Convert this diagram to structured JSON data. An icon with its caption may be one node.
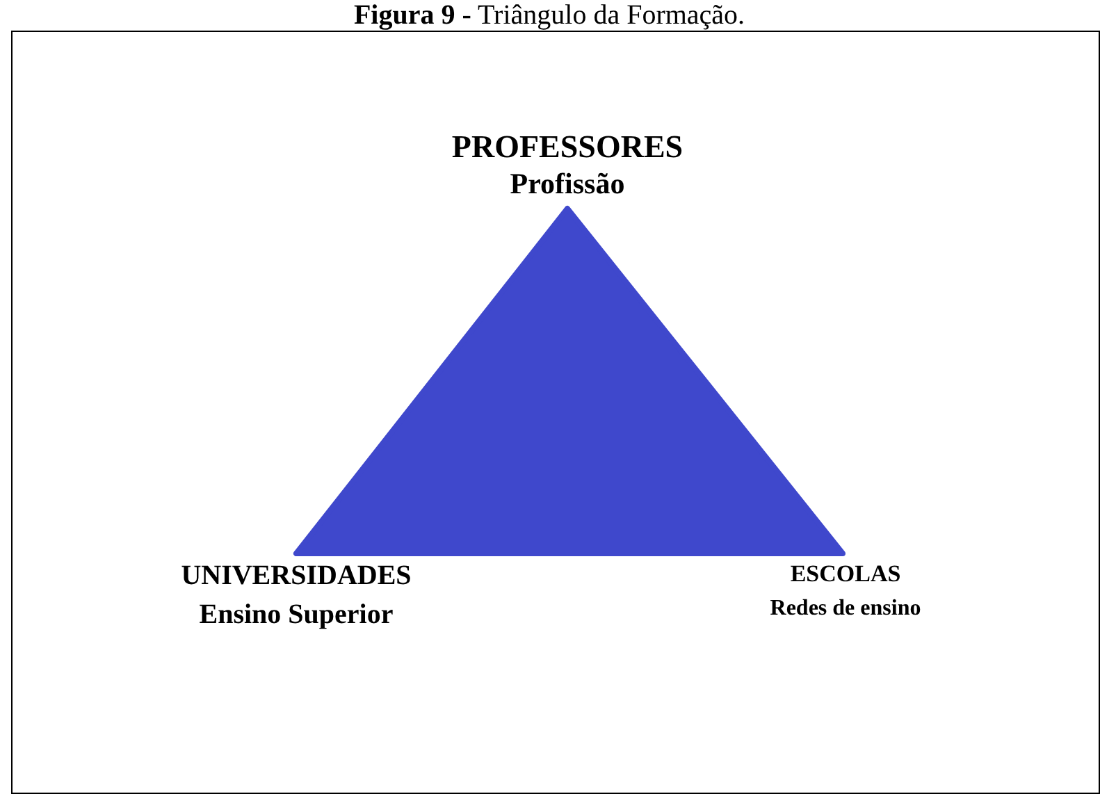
{
  "diagram": {
    "title": "**Figura 9 -** Triângulo da Formação.",
    "nodes": [
      {
        "text": [],
        "shape": "triangle"
      }
    ],
    "labels": [
      "PROFESSORES",
      "Profissão",
      "UNIVERSIDADES",
      "Ensino Superior",
      "ESCOLAS",
      "Redes de ensino"
    ]
  }
}
